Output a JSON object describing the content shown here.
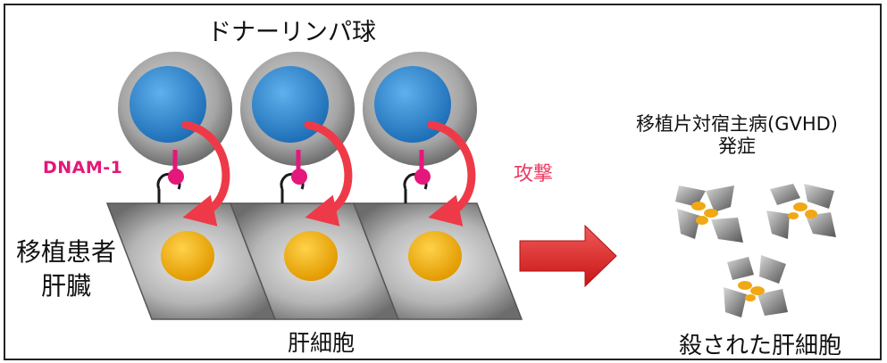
{
  "labels": {
    "donor_lymphocyte": "ドナーリンパ球",
    "dnam1": "DNAM-1",
    "attack": "攻撃",
    "transplant_patient": "移植患者",
    "liver": "肝臓",
    "hepatocyte": "肝細胞",
    "gvhd_line1": "移植片対宿主病(GVHD)",
    "gvhd_line2": "発症",
    "killed_hepatocyte": "殺された肝細胞"
  },
  "colors": {
    "lymphocyte_outer": "#8d8d8d",
    "lymphocyte_nucleus": "#2f88d2",
    "hepatocyte_nucleus": "#f1a815",
    "receptor": "#e4187a",
    "ligand": "#1a1a1a",
    "attack_arrow": "#ee3a48",
    "big_arrow": "#e02020",
    "liver_tile": "#8a8a8a",
    "frame": "#222222"
  },
  "icons": [
    "attack-arrow-icon",
    "big-right-arrow-icon"
  ]
}
